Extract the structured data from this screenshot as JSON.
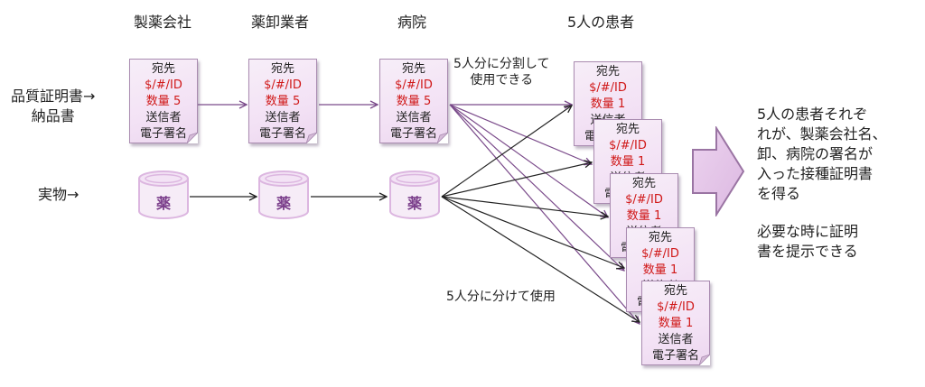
{
  "columns": {
    "manufacturer": "製薬会社",
    "wholesaler": "薬卸業者",
    "hospital": "病院",
    "patients": "5人の患者"
  },
  "row_labels": {
    "document_line1": "品質証明書→",
    "document_line2": "納品書",
    "goods": "実物→"
  },
  "notes": {
    "split_doc_line1": "5人分に分割して",
    "split_doc_line2": "使用できる",
    "split_goods": "5人分に分けて使用"
  },
  "document_fields": {
    "recipient": "宛先",
    "id": "$/#/ID",
    "quantity_label": "数量",
    "sender": "送信者",
    "signature": "電子署名"
  },
  "documents": [
    {
      "owner": "製薬会社",
      "quantity": "5"
    },
    {
      "owner": "薬卸業者",
      "quantity": "5"
    },
    {
      "owner": "病院",
      "quantity": "5"
    },
    {
      "owner": "患者1",
      "quantity": "1"
    },
    {
      "owner": "患者2",
      "quantity": "1"
    },
    {
      "owner": "患者3",
      "quantity": "1"
    },
    {
      "owner": "患者4",
      "quantity": "1"
    },
    {
      "owner": "患者5",
      "quantity": "1"
    }
  ],
  "medicine_label": "薬",
  "summary": {
    "line1": "5人の患者それぞ",
    "line2": "れが、製薬会社名、",
    "line3": "卸、病院の署名が",
    "line4": "入った接種証明書",
    "line5": "を得る",
    "line6": "必要な時に証明",
    "line7": "書を提示できる"
  },
  "colors": {
    "doc_arrow": "#7a4a8a",
    "goods_arrow": "#222222",
    "quantity_text": "#d01818",
    "big_arrow_fill": "#e3c3e8",
    "big_arrow_stroke": "#9a74a3"
  }
}
